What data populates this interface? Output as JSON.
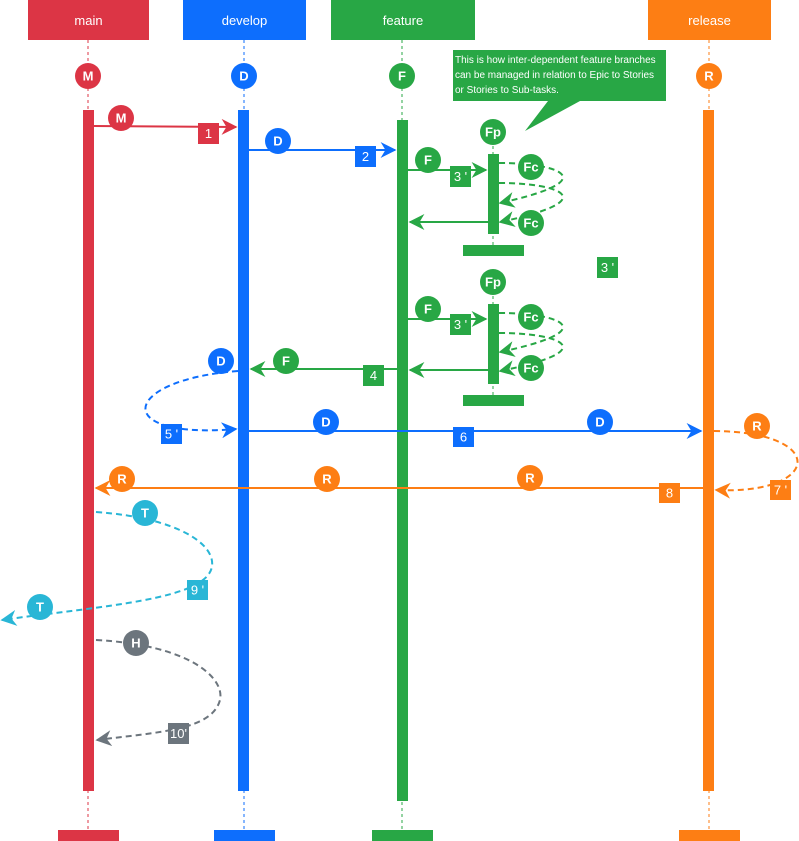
{
  "colors": {
    "main": "#dc3545",
    "develop": "#0d6efd",
    "feature": "#28a745",
    "release": "#fd7e14",
    "tag": "#29b6d6",
    "hotfix": "#6c757d"
  },
  "lanes": {
    "main": {
      "label": "main",
      "marker": "M"
    },
    "develop": {
      "label": "develop",
      "marker": "D"
    },
    "feature": {
      "label": "feature",
      "marker": "F"
    },
    "release": {
      "label": "release",
      "marker": "R"
    }
  },
  "note": "This is how inter-dependent feature branches can be managed in relation to Epic to Stories or Stories to Sub-tasks.",
  "circles": {
    "m": "M",
    "d": "D",
    "f": "F",
    "r": "R",
    "fp": "Fp",
    "fc": "Fc",
    "t": "T",
    "h": "H"
  },
  "steps": {
    "s1": "1",
    "s2": "2",
    "s3": "3 '",
    "s4": "4",
    "s5": "5 '",
    "s6": "6",
    "s7": "7 '",
    "s8": "8",
    "s9": "9 '",
    "s10": "10'"
  }
}
